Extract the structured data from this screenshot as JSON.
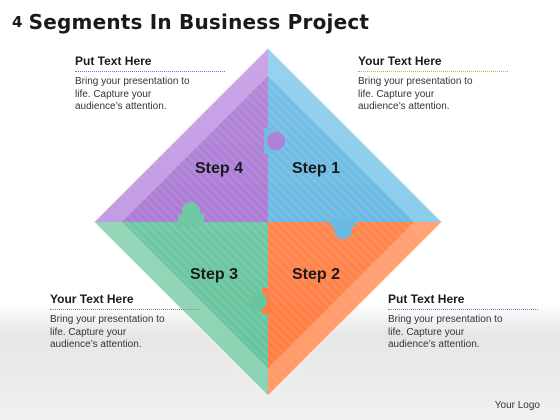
{
  "title": {
    "number": "4",
    "text": "Segments In Business Project"
  },
  "steps": [
    "Step 1",
    "Step 2",
    "Step 3",
    "Step 4"
  ],
  "notes": {
    "top_left": {
      "heading": "Put Text Here",
      "body": "Bring your presentation to life. Capture your audience’s attention."
    },
    "top_right": {
      "heading": "Your Text Here",
      "body": "Bring your presentation to life. Capture your audience’s attention."
    },
    "bottom_left": {
      "heading": "Your Text Here",
      "body": "Bring your presentation to life. Capture your audience’s attention."
    },
    "bottom_right": {
      "heading": "Put Text Here",
      "body": "Bring your presentation to life. Capture your audience’s attention."
    }
  },
  "logo": "Your Logo",
  "colors": {
    "step1": "#5cb3e0",
    "step2": "#ff7a3d",
    "step3": "#62c29a",
    "step4": "#a36ed1"
  }
}
